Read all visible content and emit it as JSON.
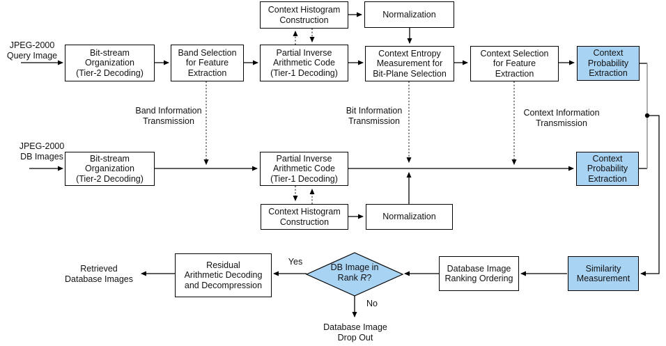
{
  "colors": {
    "highlight_blue": "#a9d3f3",
    "wire_gray": "#9a9a9a"
  },
  "sources": {
    "query_input": "JPEG-2000\nQuery Image",
    "db_input": "JPEG-2000\nDB Images"
  },
  "query_pipeline": {
    "bitstream_organization": "Bit-stream\nOrganization\n(Tier-2 Decoding)",
    "band_selection": "Band Selection\nfor Feature\nExtraction",
    "partial_inverse": "Partial Inverse\nArithmetic Code\n(Tier-1 Decoding)",
    "context_histogram": "Context Histogram\nConstruction",
    "normalization": "Normalization",
    "context_entropy": "Context Entropy\nMeasurement for\nBit-Plane Selection",
    "context_selection": "Context Selection\nfor Feature\nExtraction",
    "context_probability": "Context\nProbability\nExtraction"
  },
  "db_pipeline": {
    "bitstream_organization": "Bit-stream\nOrganization\n(Tier-2 Decoding)",
    "partial_inverse": "Partial Inverse\nArithmetic Code\n(Tier-1 Decoding)",
    "context_histogram": "Context Histogram\nConstruction",
    "normalization": "Normalization",
    "context_probability": "Context\nProbability\nExtraction"
  },
  "transmissions": {
    "band": "Band Information\nTransmission",
    "bit": "Bit Information\nTransmission",
    "context": "Context Information\nTransmission"
  },
  "retrieval": {
    "similarity": "Similarity\nMeasurement",
    "ranking": "Database Image\nRanking Ordering",
    "decision_line1": "DB Image in",
    "decision_rank_prefix": "Rank ",
    "decision_rank_var": "R",
    "decision_suffix": "?",
    "yes": "Yes",
    "no": "No",
    "residual": "Residual\nArithmetic Decoding\nand Decompression",
    "retrieved": "Retrieved\nDatabase Images",
    "drop_out": "Database Image\nDrop Out"
  }
}
